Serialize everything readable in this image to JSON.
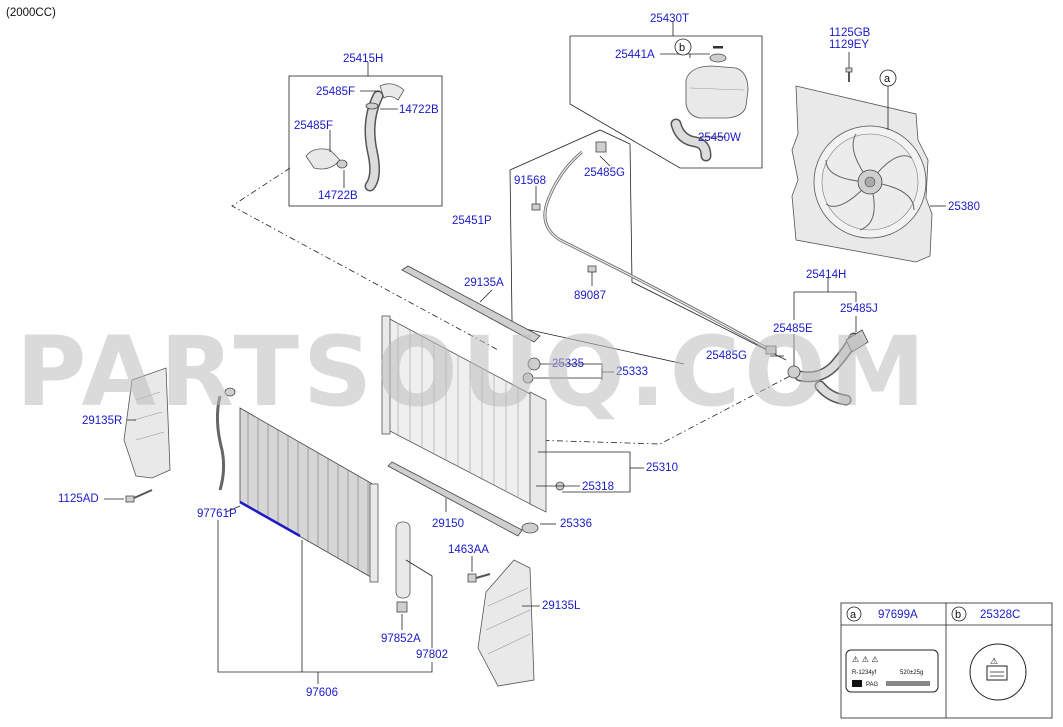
{
  "header": {
    "engine_variant": "(2000CC)"
  },
  "watermark": {
    "text": "PARTSOUQ.COM"
  },
  "parts": {
    "p25430T": "25430T",
    "p25441A": "25441A",
    "p25450W": "25450W",
    "p1125GB": "1125GB",
    "p1129EY": "1129EY",
    "p25380": "25380",
    "p25415H": "25415H",
    "p25485F_a": "25485F",
    "p14722B_a": "14722B",
    "p25485F_b": "25485F",
    "p14722B_b": "14722B",
    "p91568": "91568",
    "p25485G_a": "25485G",
    "p25451P": "25451P",
    "p89087": "89087",
    "p29135A": "29135A",
    "p25414H": "25414H",
    "p25485J": "25485J",
    "p25485E": "25485E",
    "p25485G_b": "25485G",
    "p25335": "25335",
    "p25333": "25333",
    "p29135R": "29135R",
    "p1125AD": "1125AD",
    "p97761P": "97761P",
    "p25310": "25310",
    "p25318": "25318",
    "p29150": "29150",
    "p25336": "25336",
    "p1463AA": "1463AA",
    "p29135L": "29135L",
    "p97852A": "97852A",
    "p97802": "97802",
    "p97606": "97606"
  },
  "callouts": {
    "a": "a",
    "b": "b"
  },
  "legend": {
    "a_code": "97699A",
    "b_code": "25328C",
    "label_line1": "R-1234yf",
    "label_line1_value": "520±25g",
    "label_line2": "PAG"
  }
}
